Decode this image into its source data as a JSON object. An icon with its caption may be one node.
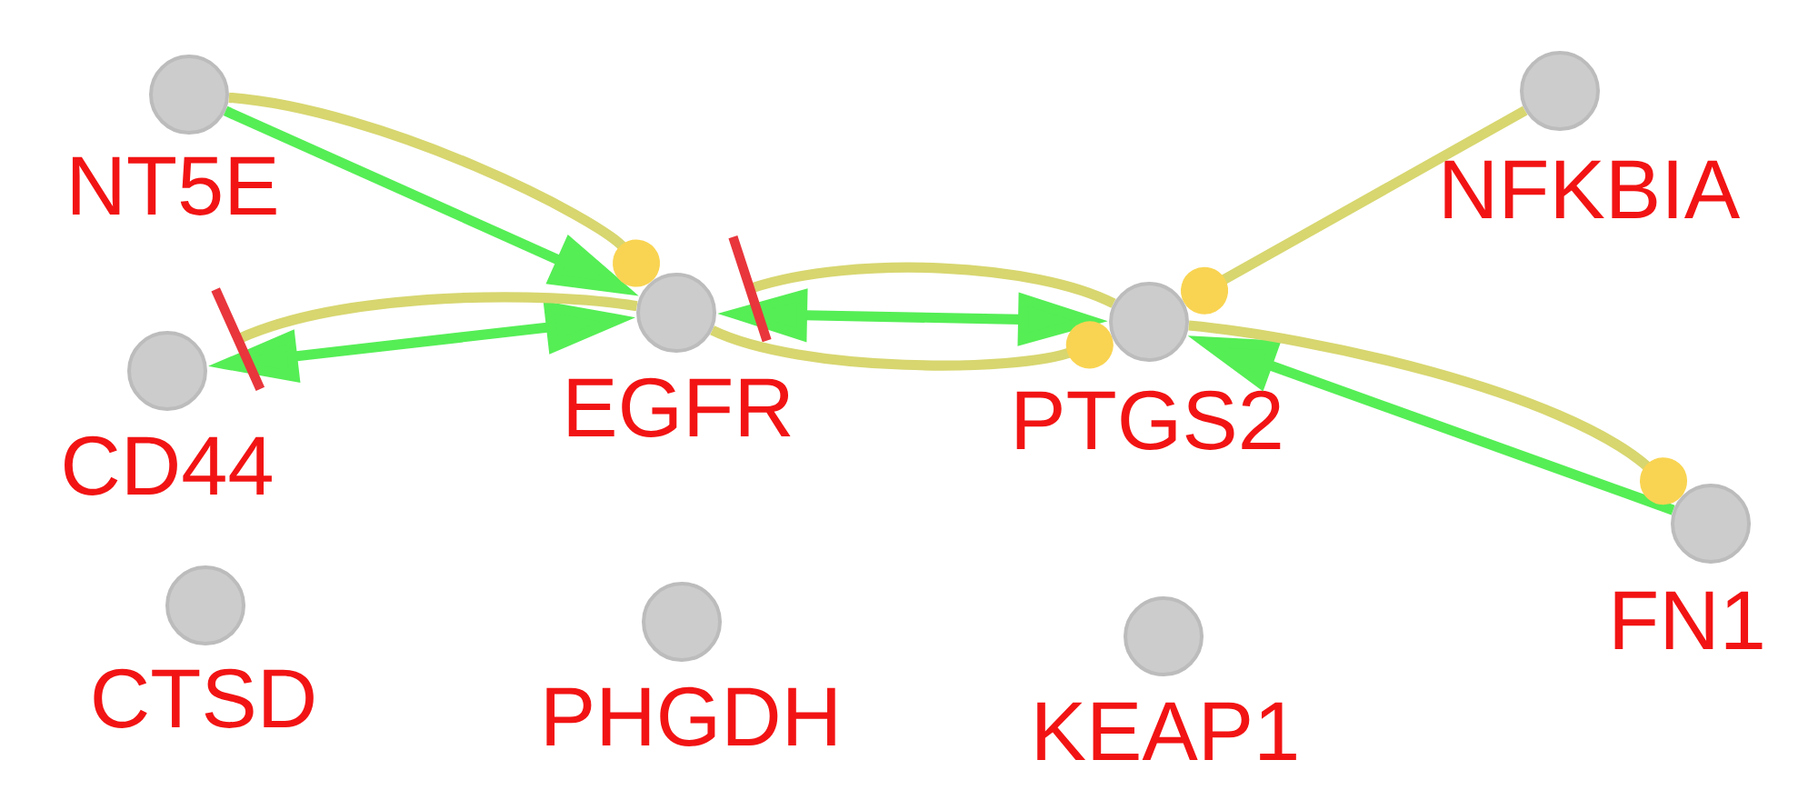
{
  "diagram": {
    "nodes": [
      {
        "text": [
          "NT5E"
        ]
      },
      {
        "text": [
          "NFKBIA"
        ]
      },
      {
        "text": [
          "CD44"
        ]
      },
      {
        "text": [
          "EGFR"
        ]
      },
      {
        "text": [
          "PTGS2"
        ]
      },
      {
        "text": [
          "FN1"
        ]
      },
      {
        "text": [
          "CTSD"
        ]
      },
      {
        "text": [
          "PHGDH"
        ]
      },
      {
        "text": [
          "KEAP1"
        ]
      }
    ],
    "edges": [
      {
        "from": 0,
        "to": 3,
        "arrow": "to",
        "color": "#55ee55"
      },
      {
        "from": 0,
        "to": 3,
        "arrow": "other"
      },
      {
        "from": 2,
        "to": 3,
        "arrow": "both",
        "color": "#55ee55"
      },
      {
        "from": 3,
        "to": 2,
        "arrow": "other"
      },
      {
        "from": 3,
        "to": 4,
        "arrow": "both",
        "color": "#55ee55"
      },
      {
        "from": 4,
        "to": 3,
        "arrow": "other"
      },
      {
        "from": 3,
        "to": 4,
        "arrow": "other"
      },
      {
        "from": 1,
        "to": 4,
        "arrow": "other"
      },
      {
        "from": 5,
        "to": 4,
        "arrow": "to",
        "color": "#55ee55"
      },
      {
        "from": 4,
        "to": 5,
        "arrow": "other"
      }
    ]
  }
}
